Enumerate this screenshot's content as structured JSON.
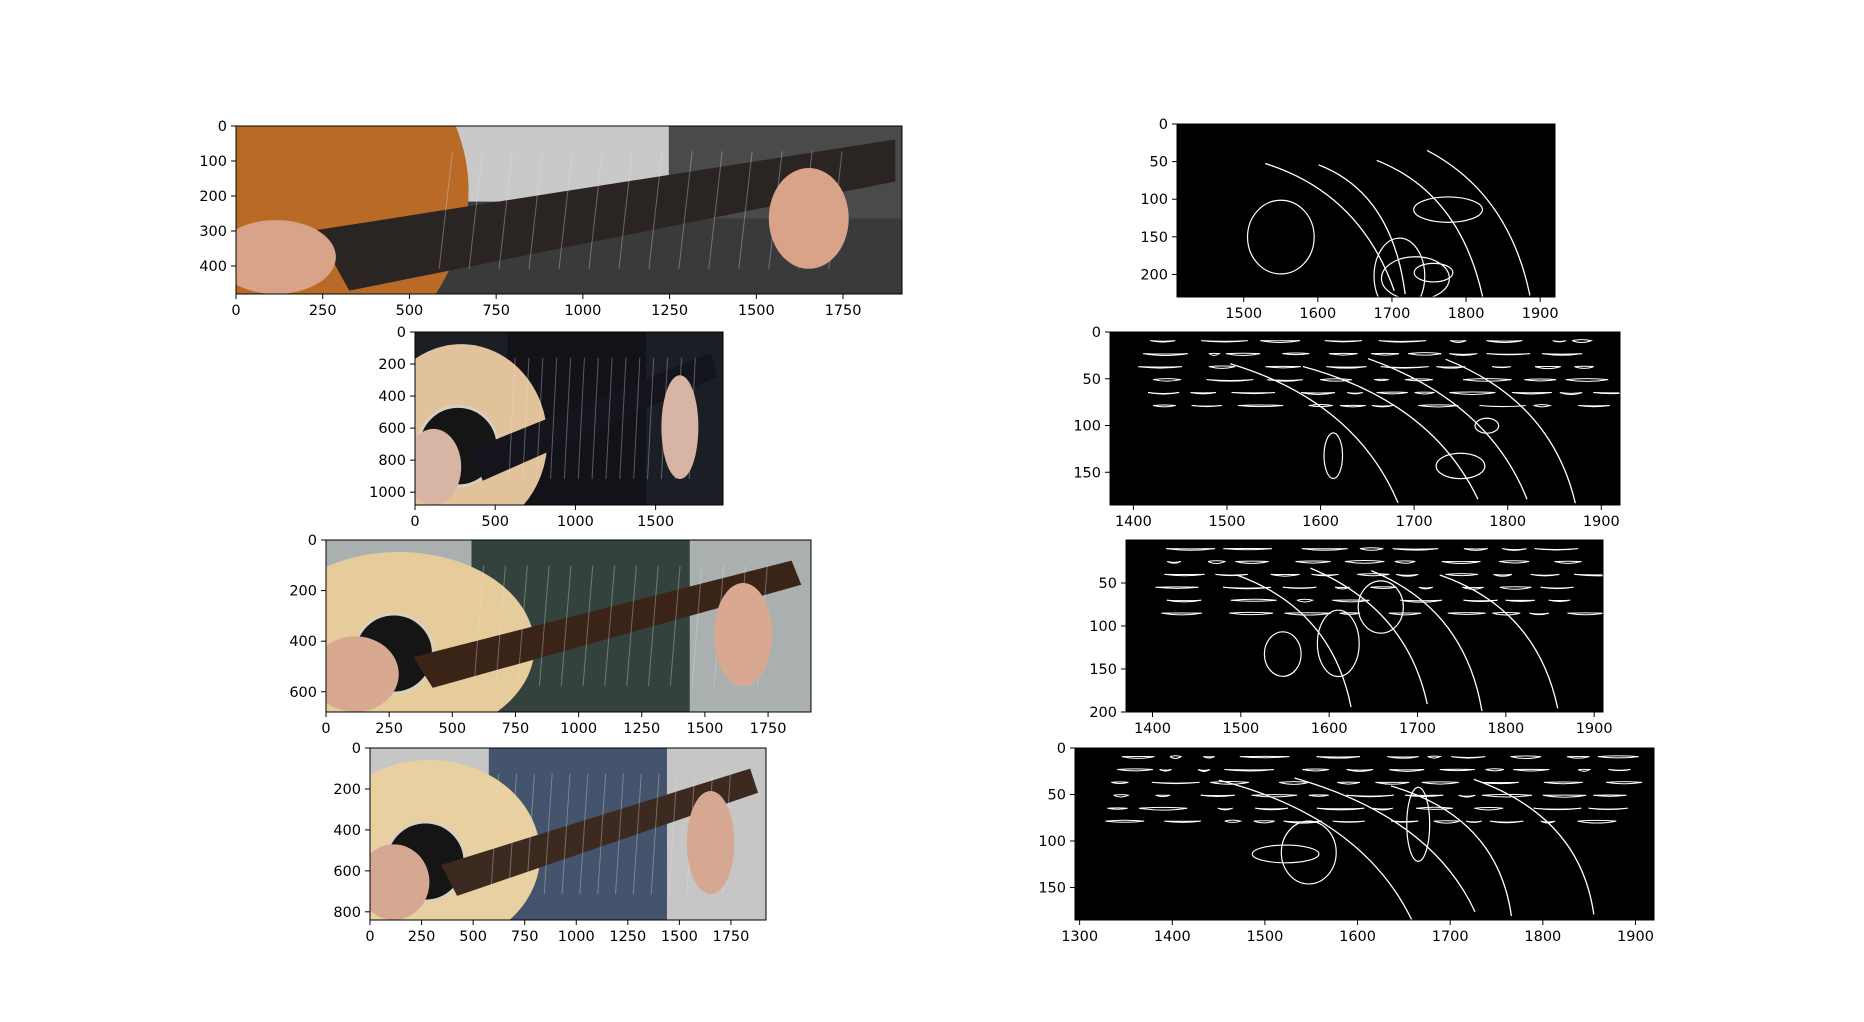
{
  "figure": {
    "background": "#ffffff",
    "axis_color": "#000000",
    "edge_color": "#ffffff",
    "layout": "4 rows x 2 columns of image subplots (left: video frames, right: edge-detection crops)"
  },
  "chart_data": [
    {
      "type": "image",
      "id": "frame-1",
      "content": "guitar-frame-close-up",
      "xlim": [
        0,
        1920
      ],
      "ylim": [
        480,
        0
      ],
      "xticks": [
        0,
        250,
        500,
        750,
        1000,
        1250,
        1500,
        1750
      ],
      "yticks": [
        0,
        100,
        200,
        300,
        400
      ],
      "palette": {
        "body": "#b96a26",
        "neck": "#2a2523",
        "skin": "#d8a388",
        "shirt": "#c9c9c9",
        "background": "#3a3a3a"
      }
    },
    {
      "type": "image",
      "id": "edges-1",
      "content": "edge-map",
      "xlim": [
        1410,
        1920
      ],
      "ylim": [
        230,
        0
      ],
      "xticks": [
        1500,
        1600,
        1700,
        1800,
        1900
      ],
      "yticks": [
        0,
        50,
        100,
        150,
        200
      ],
      "palette": {
        "background": "#000000",
        "edges": "#ffffff"
      }
    },
    {
      "type": "image",
      "id": "frame-2",
      "content": "guitar-frame-wide",
      "xlim": [
        0,
        1920
      ],
      "ylim": [
        1080,
        0
      ],
      "xticks": [
        0,
        500,
        1000,
        1500
      ],
      "yticks": [
        0,
        200,
        400,
        600,
        800,
        1000
      ],
      "palette": {
        "body": "#e2c29a",
        "neck": "#14141c",
        "skin": "#d8b4a4",
        "shirt": "#121218",
        "background": "#1c1e26"
      }
    },
    {
      "type": "image",
      "id": "edges-2",
      "content": "edge-map",
      "xlim": [
        1375,
        1920
      ],
      "ylim": [
        185,
        0
      ],
      "xticks": [
        1400,
        1500,
        1600,
        1700,
        1800,
        1900
      ],
      "yticks": [
        0,
        50,
        100,
        150
      ],
      "palette": {
        "background": "#000000",
        "edges": "#ffffff"
      }
    },
    {
      "type": "image",
      "id": "frame-3",
      "content": "guitar-frame-medium",
      "xlim": [
        0,
        1920
      ],
      "ylim": [
        680,
        0
      ],
      "xticks": [
        0,
        250,
        500,
        750,
        1000,
        1250,
        1500,
        1750
      ],
      "yticks": [
        0,
        200,
        400,
        600
      ],
      "palette": {
        "body": "#e6cc9a",
        "neck": "#3a2418",
        "skin": "#d8a890",
        "shirt": "#34423e",
        "background": "#aab0b0"
      }
    },
    {
      "type": "image",
      "id": "edges-3",
      "content": "edge-map",
      "xlim": [
        1370,
        1910
      ],
      "ylim": [
        200,
        0
      ],
      "xticks": [
        1400,
        1500,
        1600,
        1700,
        1800,
        1900
      ],
      "yticks": [
        50,
        100,
        150,
        200
      ],
      "palette": {
        "background": "#000000",
        "edges": "#ffffff"
      }
    },
    {
      "type": "image",
      "id": "frame-4",
      "content": "guitar-frame-plaid",
      "xlim": [
        0,
        1920
      ],
      "ylim": [
        840,
        0
      ],
      "xticks": [
        0,
        250,
        500,
        750,
        1000,
        1250,
        1500,
        1750
      ],
      "yticks": [
        0,
        200,
        400,
        600,
        800
      ],
      "palette": {
        "body": "#e8d0a0",
        "neck": "#3c2a20",
        "skin": "#d6a892",
        "shirt": "#44546c",
        "background": "#c6c6c6"
      }
    },
    {
      "type": "image",
      "id": "edges-4",
      "content": "edge-map",
      "xlim": [
        1295,
        1920
      ],
      "ylim": [
        185,
        0
      ],
      "xticks": [
        1300,
        1400,
        1500,
        1600,
        1700,
        1800,
        1900
      ],
      "yticks": [
        0,
        50,
        100,
        150
      ],
      "palette": {
        "background": "#000000",
        "edges": "#ffffff"
      }
    }
  ]
}
